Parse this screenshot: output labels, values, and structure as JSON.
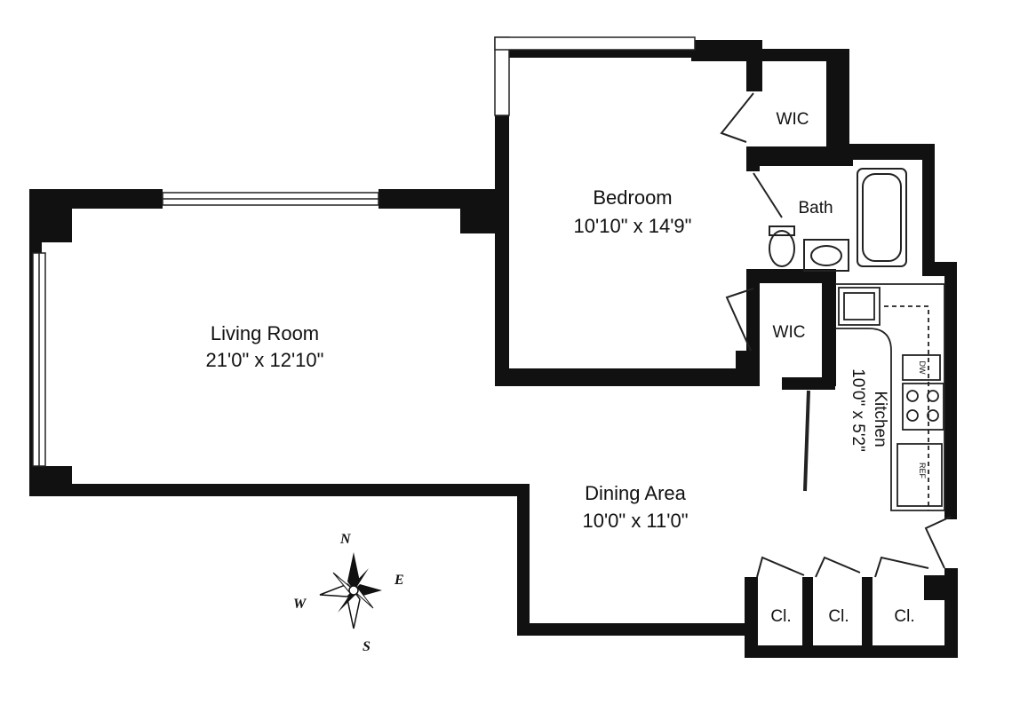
{
  "rooms": {
    "living": {
      "name": "Living Room",
      "size": "21'0\" x 12'10\""
    },
    "bedroom": {
      "name": "Bedroom",
      "size": "10'10\" x 14'9\""
    },
    "dining": {
      "name": "Dining Area",
      "size": "10'0\" x 11'0\""
    },
    "kitchen": {
      "name": "Kitchen",
      "size": "10'0\" x 5'2\""
    },
    "bath": {
      "name": "Bath"
    },
    "wic_upper": {
      "name": "WIC"
    },
    "wic_lower": {
      "name": "WIC"
    },
    "closets": [
      "Cl.",
      "Cl.",
      "Cl."
    ]
  },
  "appliances": {
    "dishwasher": "DW",
    "refrigerator": "REF"
  },
  "compass": {
    "n": "N",
    "e": "E",
    "s": "S",
    "w": "W"
  },
  "colors": {
    "wall": "#111111",
    "background": "#ffffff",
    "line": "#222222"
  },
  "icons": [
    "compass-rose-icon",
    "toilet-icon",
    "sink-icon",
    "bathtub-icon",
    "stove-icon"
  ]
}
